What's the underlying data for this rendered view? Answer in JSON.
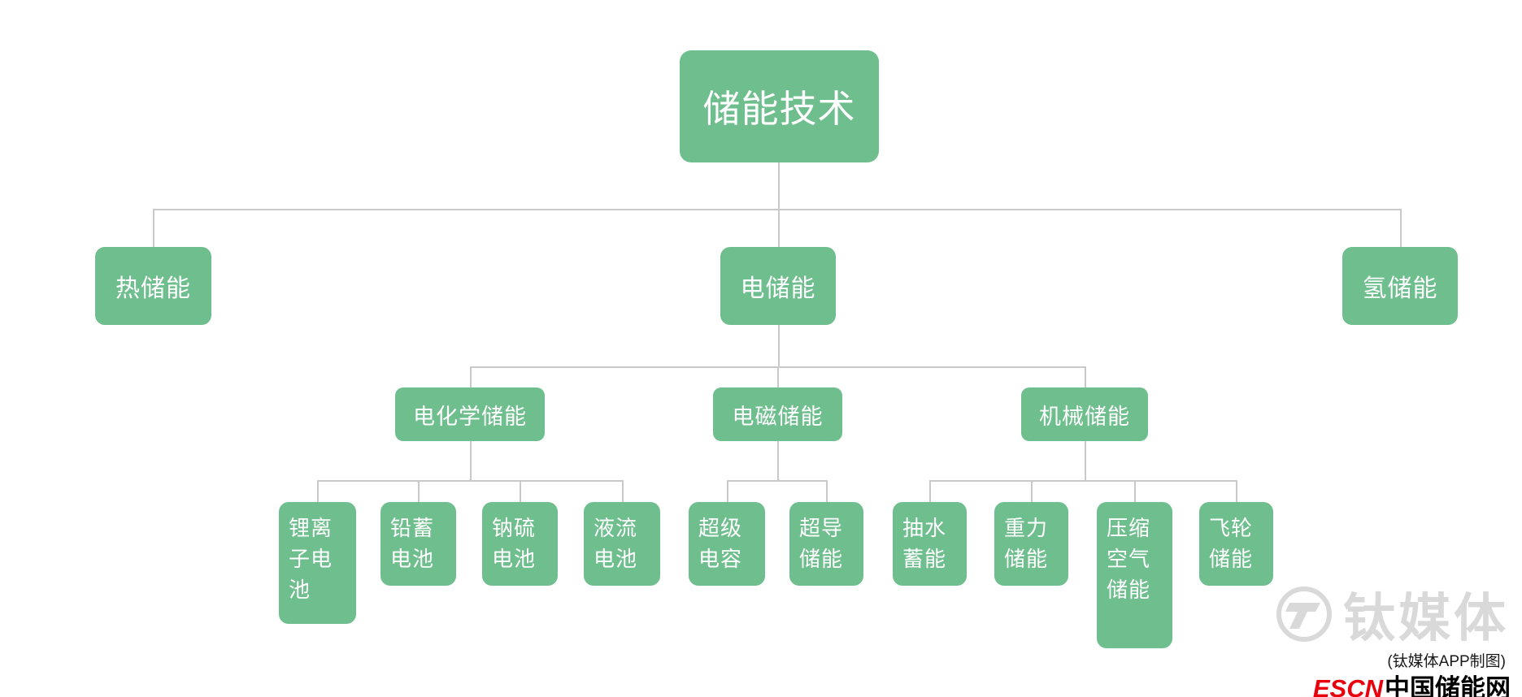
{
  "tree": {
    "label": "储能技术",
    "children": [
      {
        "label": "热储能",
        "children": []
      },
      {
        "label": "电储能",
        "children": [
          {
            "label": "电化学储能",
            "children": [
              {
                "label": "锂离子电池"
              },
              {
                "label": "铅蓄电池"
              },
              {
                "label": "钠硫电池"
              },
              {
                "label": "液流电池"
              }
            ]
          },
          {
            "label": "电磁储能",
            "children": [
              {
                "label": "超级电容"
              },
              {
                "label": "超导储能"
              }
            ]
          },
          {
            "label": "机械储能",
            "children": [
              {
                "label": "抽水蓄能"
              },
              {
                "label": "重力储能"
              },
              {
                "label": "压缩空气储能"
              },
              {
                "label": "飞轮储能"
              }
            ]
          }
        ]
      },
      {
        "label": "氢储能",
        "children": []
      }
    ]
  },
  "watermark": {
    "logo_text": "钛媒体",
    "credit": "(钛媒体APP制图)",
    "escn": "ESCN",
    "escn_suffix": "中国储能网"
  },
  "colors": {
    "node_bg": "#6fbe8e",
    "node_text": "#ffffff",
    "connector": "#c9c9c9",
    "escn_red": "#e8000d",
    "watermark_gray": "#d9d9d9"
  }
}
